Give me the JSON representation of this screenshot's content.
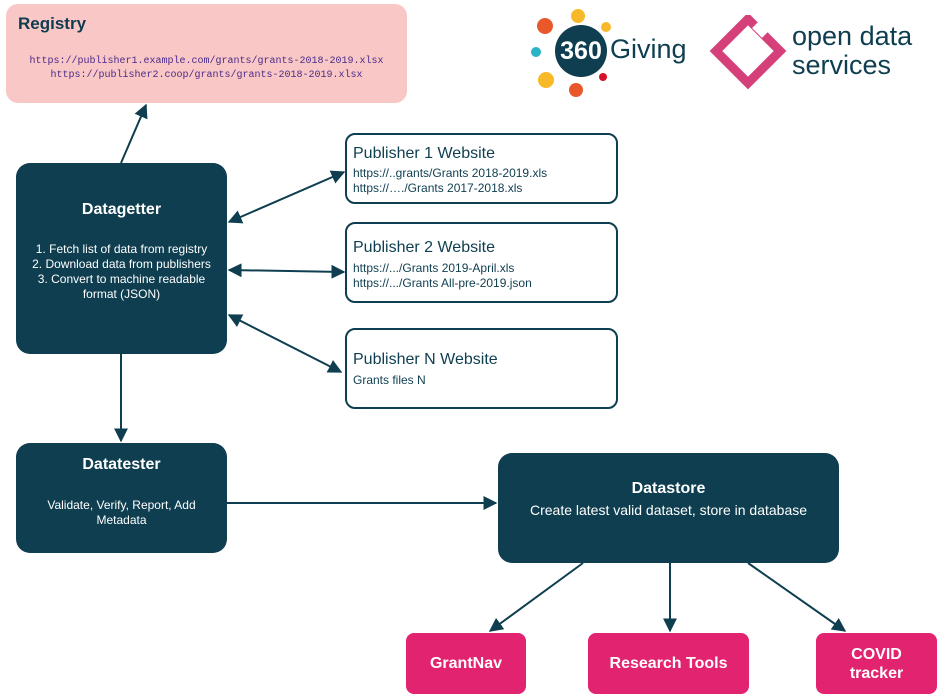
{
  "registry": {
    "title": "Registry",
    "urls": [
      "https://publisher1.example.com/grants/grants-2018-2019.xlsx",
      "https://publisher2.coop/grants/grants-2018-2019.xlsx"
    ]
  },
  "logos": {
    "giving": {
      "number": "360",
      "word": "Giving"
    },
    "ods": {
      "line1": "open data",
      "line2": "services"
    }
  },
  "datagetter": {
    "title": "Datagetter",
    "steps": [
      "1. Fetch list of data from registry",
      "2. Download data from publishers",
      "3. Convert to machine readable",
      "format (JSON)"
    ]
  },
  "publishers": [
    {
      "title": "Publisher 1 Website",
      "files": [
        "https://..grants/Grants 2018-2019.xls",
        "https://…./Grants 2017-2018.xls"
      ]
    },
    {
      "title": "Publisher 2 Website",
      "files": [
        "https://.../Grants 2019-April.xls",
        "https://.../Grants All-pre-2019.json"
      ]
    },
    {
      "title": "Publisher N Website",
      "files": [
        "Grants files N"
      ]
    }
  ],
  "datatester": {
    "title": "Datatester",
    "desc": [
      "Validate, Verify, Report, Add",
      "Metadata"
    ]
  },
  "datastore": {
    "title": "Datastore",
    "desc": "Create latest valid dataset, store in database"
  },
  "tools": {
    "grantnav": "GrantNav",
    "research": "Research Tools",
    "covid": [
      "COVID",
      "tracker"
    ]
  },
  "colors": {
    "dark": "#0e3e4f",
    "pink": "#e2236f",
    "registry_bg": "#f9c8c6",
    "ods_magenta": "#d6407a"
  }
}
